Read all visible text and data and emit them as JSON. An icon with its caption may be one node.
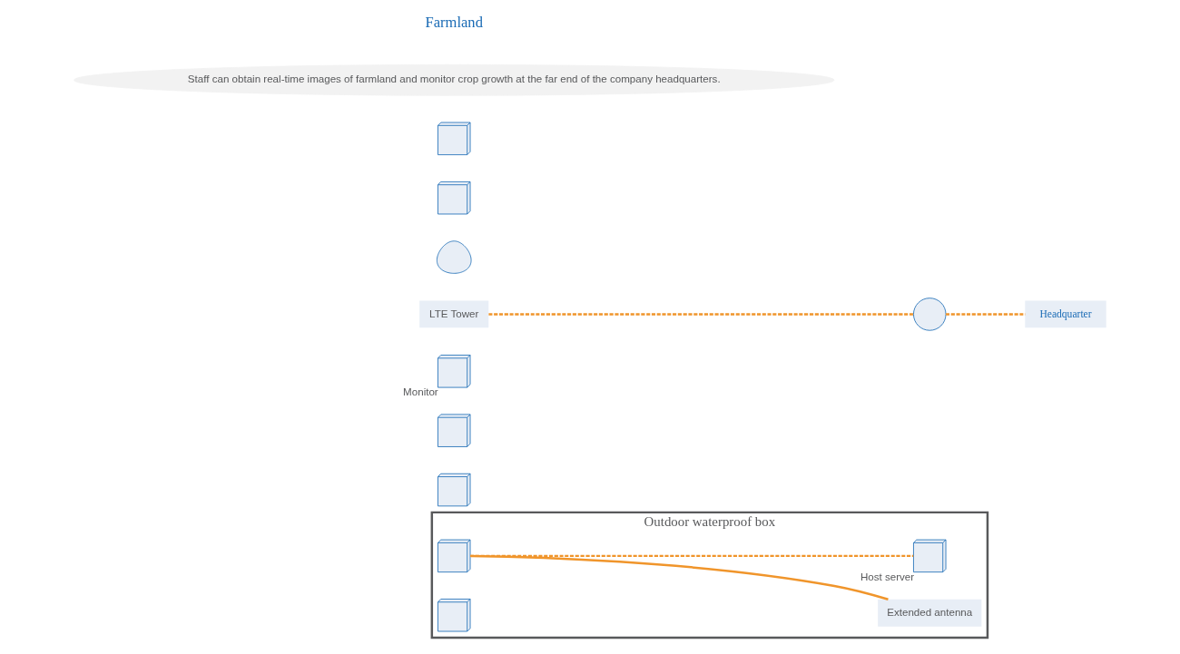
{
  "diagram": {
    "nodes": [
      {
        "text": [
          "Outdoor waterproof box"
        ]
      },
      {
        "text": [],
        "shape": "picture",
        "in": 0
      },
      {
        "text": [
          "Extended antenna"
        ],
        "in": 0
      },
      {
        "text": [],
        "shape": "picture",
        "in": 0
      },
      {
        "text": [],
        "shape": "picture",
        "in": 0,
        "beside": [
          "Host server"
        ]
      },
      {
        "text": [],
        "shape": "picture"
      },
      {
        "text": [],
        "shape": "picture"
      },
      {
        "text": [],
        "shape": "picture",
        "beside": [
          "Monitor"
        ]
      },
      {
        "text": [
          "LTE Tower"
        ]
      },
      {
        "text": [],
        "shape": "cloud"
      },
      {
        "text": [
          "Headquarter"
        ]
      },
      {
        "text": [],
        "shape": "person"
      },
      {
        "text": [],
        "shape": "picture"
      },
      {
        "text": [],
        "shape": "picture"
      },
      {
        "text": [
          "Staff can obtain real-time images of farmland and monitor crop growth at the far end of the company headquarters."
        ]
      }
    ],
    "edges": [
      {
        "from": 1,
        "to": 2,
        "arrow": "none"
      },
      {
        "from": 1,
        "to": 4,
        "arrow": "none",
        "style": "dashed"
      },
      {
        "from": 8,
        "to": 9,
        "arrow": "none",
        "style": "dashed"
      },
      {
        "from": 9,
        "to": 10,
        "arrow": "none",
        "style": "dashed"
      }
    ],
    "labels": [
      "Farmland"
    ]
  }
}
